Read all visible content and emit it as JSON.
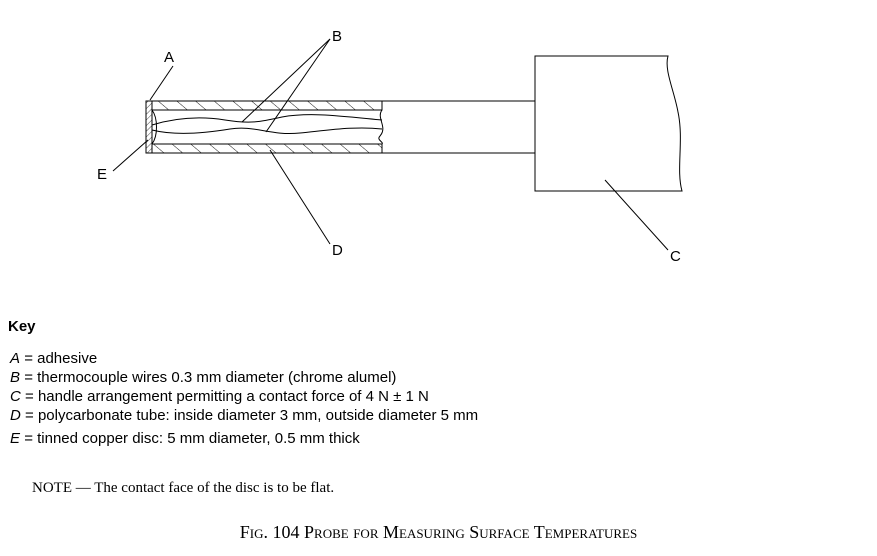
{
  "figure": {
    "labels": {
      "A": "A",
      "B": "B",
      "C": "C",
      "D": "D",
      "E": "E"
    }
  },
  "key": {
    "title": "Key",
    "items": [
      {
        "letter": "A",
        "sep": "=",
        "text": "adhesive"
      },
      {
        "letter": "B",
        "sep": "=",
        "text": "thermocouple wires 0.3 mm diameter (chrome alumel)"
      },
      {
        "letter": "C",
        "sep": "=",
        "text": "handle arrangement permitting a contact force of 4 N ± 1 N"
      },
      {
        "letter": "D",
        "sep": "=",
        "text": "polycarbonate tube: inside diameter 3 mm, outside diameter 5 mm"
      },
      {
        "letter": "E",
        "sep": "=",
        "text": "tinned copper disc: 5 mm diameter, 0.5 mm thick"
      }
    ]
  },
  "note": "NOTE — The contact face of the disc is to be flat.",
  "caption": "Fig. 104 Probe for Measuring Surface Temperatures"
}
